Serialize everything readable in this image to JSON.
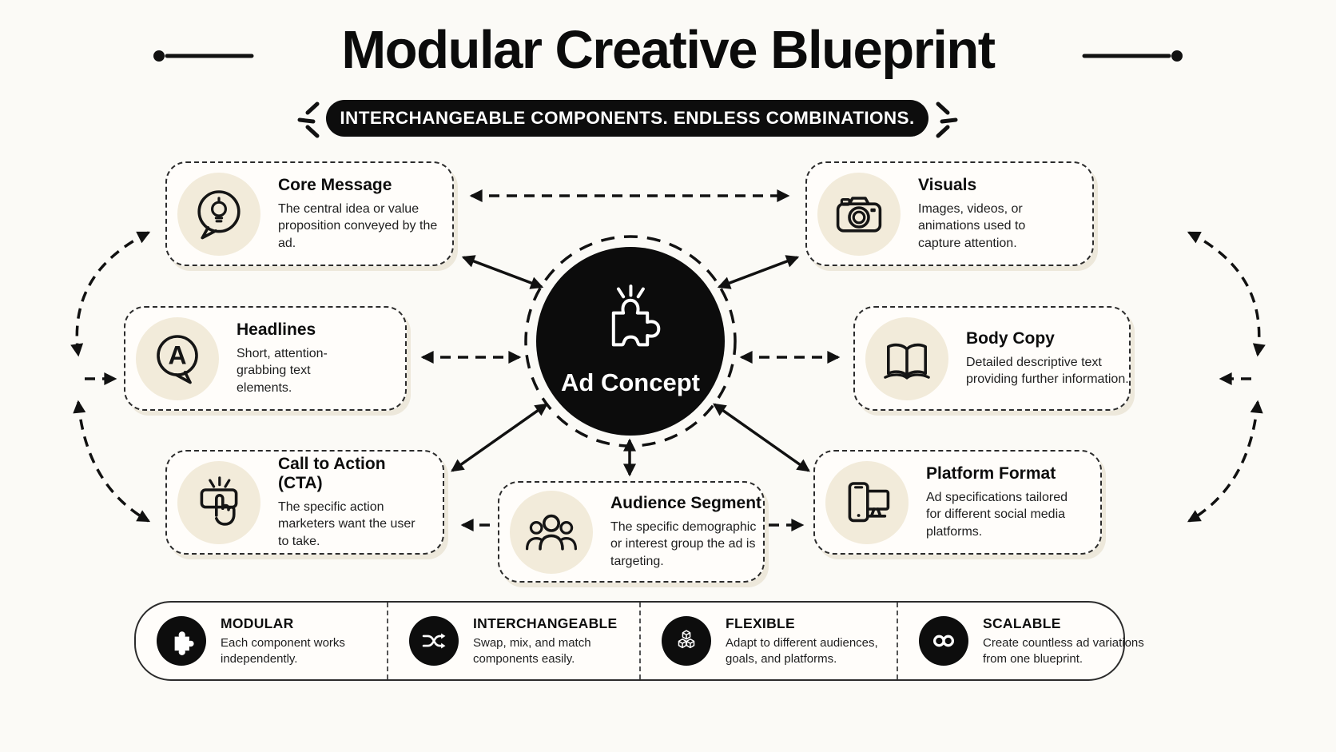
{
  "title": "Modular Creative Blueprint",
  "banner": "INTERCHANGEABLE COMPONENTS. ENDLESS COMBINATIONS.",
  "center": {
    "label": "Ad Concept",
    "icon": "puzzle-piece-icon"
  },
  "cards": [
    {
      "id": "core-message",
      "title": "Core Message",
      "description": "The central idea or value proposition conveyed by the ad.",
      "icon": "lightbulb-speech-bubble-icon"
    },
    {
      "id": "headlines",
      "title": "Headlines",
      "description": "Short, attention-grabbing text elements.",
      "icon": "letter-a-speech-bubble-icon"
    },
    {
      "id": "cta",
      "title": "Call to Action (CTA)",
      "description": "The specific action marketers want the user to take.",
      "icon": "button-press-hand-icon"
    },
    {
      "id": "visuals",
      "title": "Visuals",
      "description": "Images, videos, or animations used to capture attention.",
      "icon": "camera-icon"
    },
    {
      "id": "body-copy",
      "title": "Body Copy",
      "description": "Detailed descriptive text providing further information.",
      "icon": "open-book-icon"
    },
    {
      "id": "platform-format",
      "title": "Platform Format",
      "description": "Ad specifications tailored for different social media platforms.",
      "icon": "phone-monitor-icon"
    },
    {
      "id": "audience-segment",
      "title": "Audience Segment",
      "description": "The specific demographic or interest group the ad is targeting.",
      "icon": "people-group-icon"
    }
  ],
  "footer": [
    {
      "title": "MODULAR",
      "description": "Each component works independently.",
      "icon": "puzzle-piece-icon"
    },
    {
      "title": "INTERCHANGEABLE",
      "description": "Swap, mix, and match components easily.",
      "icon": "shuffle-arrows-icon"
    },
    {
      "title": "FLEXIBLE",
      "description": "Adapt to different audiences, goals, and platforms.",
      "icon": "stacked-cubes-icon"
    },
    {
      "title": "SCALABLE",
      "description": "Create countless ad variations from one blueprint.",
      "icon": "infinity-icon"
    }
  ],
  "colors": {
    "background": "#fbfaf6",
    "ink": "#111111",
    "icon_circle": "#f2ebda",
    "banner_bg": "#0d0d0d",
    "banner_text": "#ffffff",
    "card_shadow": "#e2d8c4"
  }
}
